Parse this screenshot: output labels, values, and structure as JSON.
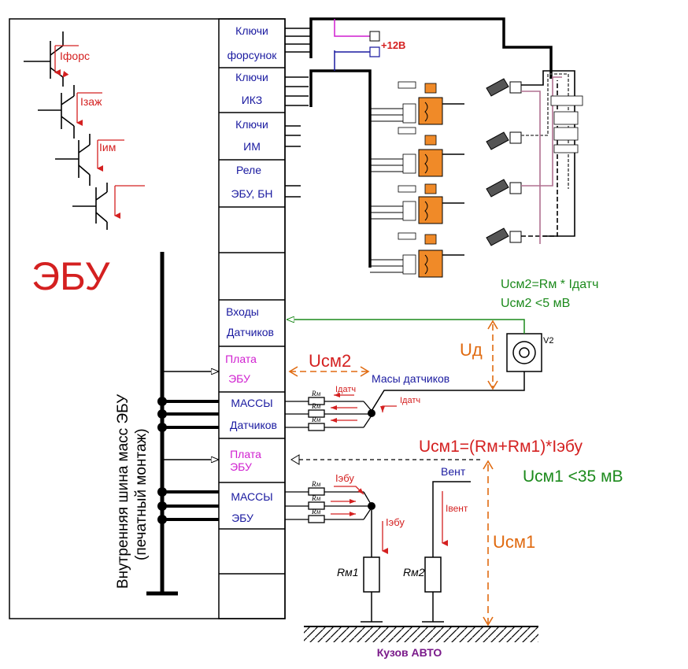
{
  "ebu_title": "ЭБУ",
  "bus_label_line1": "Внутренняя шина масс ЭБУ",
  "bus_label_line2": "(печатный монтаж)",
  "blocks": {
    "injectors_l1": "Ключи",
    "injectors_l2": "форсунок",
    "ikz_l1": "Ключи",
    "ikz_l2": "ИКЗ",
    "im_l1": "Ключи",
    "im_l2": "ИМ",
    "relay_l1": "Реле",
    "relay_l2": "ЭБУ, БН",
    "sensor_inputs_l1": "Входы",
    "sensor_inputs_l2": "Датчиков",
    "board1_l1": "Плата",
    "board1_l2": "ЭБУ",
    "sensor_gnd_l1": "МАССЫ",
    "sensor_gnd_l2": "Датчиков",
    "board2_l1": "Плата",
    "board2_l2": "ЭБУ",
    "ebu_gnd_l1": "МАССЫ",
    "ebu_gnd_l2": "ЭБУ"
  },
  "currents": {
    "i_fors": "Iфорс",
    "i_zazh": "Iзаж",
    "i_im": "Iим",
    "i_datch_1": "Iдатч",
    "i_datch_2": "Iдатч",
    "i_ebu_1": "Iэбу",
    "i_ebu_2": "Iэбу",
    "i_vent": "Iвент"
  },
  "resistor_tag": "Rм",
  "supply_label": "+12В",
  "sensor_v2": "V2",
  "sensor_masses": "Масы датчиков",
  "u_d": "Uд",
  "u_sm2": "Uсм2",
  "u_sm1": "Uсм1",
  "formula_sm2": "Uсм2=Rм * Iдатч",
  "limit_sm2": "Uсм2 <5 мВ",
  "formula_sm1": "Uсм1=(Rм+Rм1)*Iэбу",
  "limit_sm1": "Uсм1 <35 мВ",
  "vent_label": "Вент",
  "rm1_label": "Rм1",
  "rm2_label": "Rм2",
  "body_label": "Кузов АВТО",
  "colors": {
    "red": "#d42020",
    "green": "#1c8a1c",
    "blue": "#1a1aa0",
    "magenta": "#d01fd0",
    "orange": "#e06a10",
    "coil_orange": "#f08a28",
    "purple": "#7a1a8a"
  }
}
